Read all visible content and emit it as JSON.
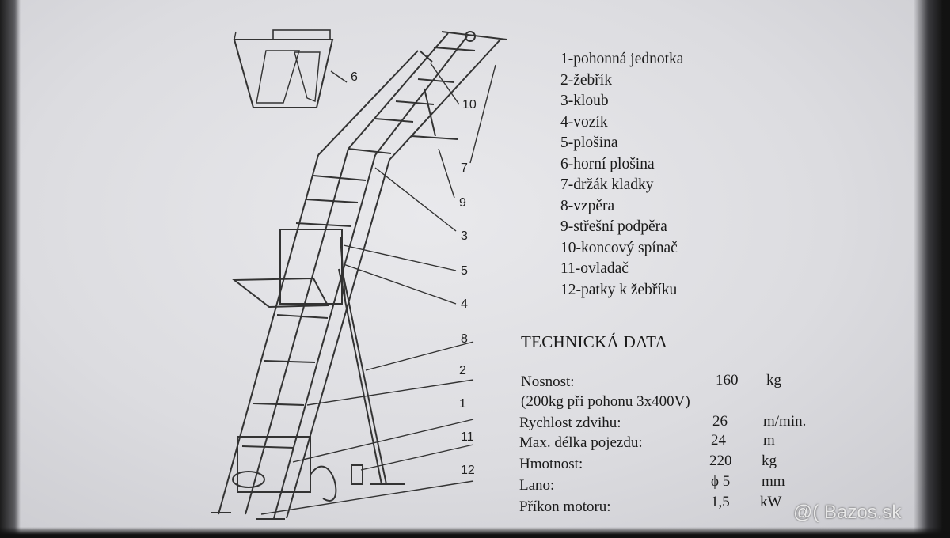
{
  "callouts": [
    "6",
    "10",
    "7",
    "9",
    "3",
    "5",
    "4",
    "8",
    "2",
    "1",
    "11",
    "12"
  ],
  "legend": [
    "1-pohonná jednotka",
    "2-žebřík",
    "3-kloub",
    "4-vozík",
    "5-plošina",
    "6-horní plošina",
    "7-držák kladky",
    "8-vzpěra",
    "9-střešní podpěra",
    "10-koncový spínač",
    "11-ovladač",
    "12-patky k žebříku"
  ],
  "tech_title": "TECHNICKÁ DATA",
  "specs": [
    {
      "label": "Nosnost:",
      "value": "160",
      "unit": "kg"
    },
    {
      "label": "(200kg při pohonu 3x400V)",
      "value": "",
      "unit": ""
    },
    {
      "label": "Rychlost zdvihu:",
      "value": "26",
      "unit": "m/min."
    },
    {
      "label": "Max. délka pojezdu:",
      "value": "24",
      "unit": "m"
    },
    {
      "label": "Hmotnost:",
      "value": "220",
      "unit": "kg"
    },
    {
      "label": "Lano:",
      "value": "ϕ 5",
      "unit": "mm"
    },
    {
      "label": "Příkon motoru:",
      "value": "1,5",
      "unit": "kW"
    }
  ],
  "watermark": "@( Bazos.sk"
}
